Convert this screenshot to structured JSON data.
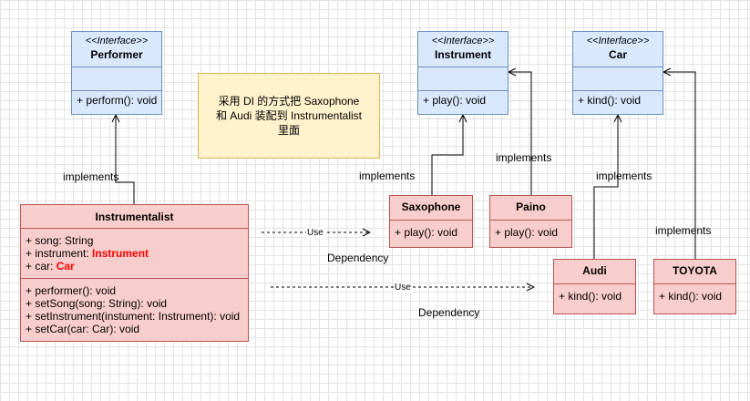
{
  "note": {
    "text": "采用 DI 的方式把 Saxophone 和 Audi 装配到 Instrumentalist 里面"
  },
  "classes": {
    "performer": {
      "stereotype": "<<Interface>>",
      "name": "Performer",
      "methods": [
        "+ perform(): void"
      ]
    },
    "instrument": {
      "stereotype": "<<Interface>>",
      "name": "Instrument",
      "methods": [
        "+ play(): void"
      ]
    },
    "car": {
      "stereotype": "<<Interface>>",
      "name": "Car",
      "methods": [
        "+ kind(): void"
      ]
    },
    "instrumentalist": {
      "name": "Instrumentalist",
      "attrs": [
        {
          "text": "+ song: String",
          "type": ""
        },
        {
          "text": "+ instrument: ",
          "type": "Instrument"
        },
        {
          "text": "+ car: ",
          "type": "Car"
        }
      ],
      "methods": [
        "+ performer(): void",
        "+ setSong(song: String): void",
        "+ setInstrument(instument: Instrument): void",
        "+ setCar(car: Car): void"
      ]
    },
    "saxophone": {
      "name": "Saxophone",
      "methods": [
        "+ play(): void"
      ]
    },
    "paino": {
      "name": "Paino",
      "methods": [
        "+ play(): void"
      ]
    },
    "audi": {
      "name": "Audi",
      "methods": [
        "+ kind(): void"
      ]
    },
    "toyota": {
      "name": "TOYOTA",
      "methods": [
        "+ kind(): void"
      ]
    }
  },
  "labels": {
    "implements": "implements",
    "use": "Use",
    "dependency": "Dependency"
  },
  "colors": {
    "interface_fill": "#dae8fc",
    "interface_border": "#6c8ebf",
    "class_fill": "#f8cecc",
    "class_border": "#b85450",
    "note_fill": "#fff2cc",
    "note_border": "#d6b656",
    "type_highlight": "#ff0000"
  }
}
